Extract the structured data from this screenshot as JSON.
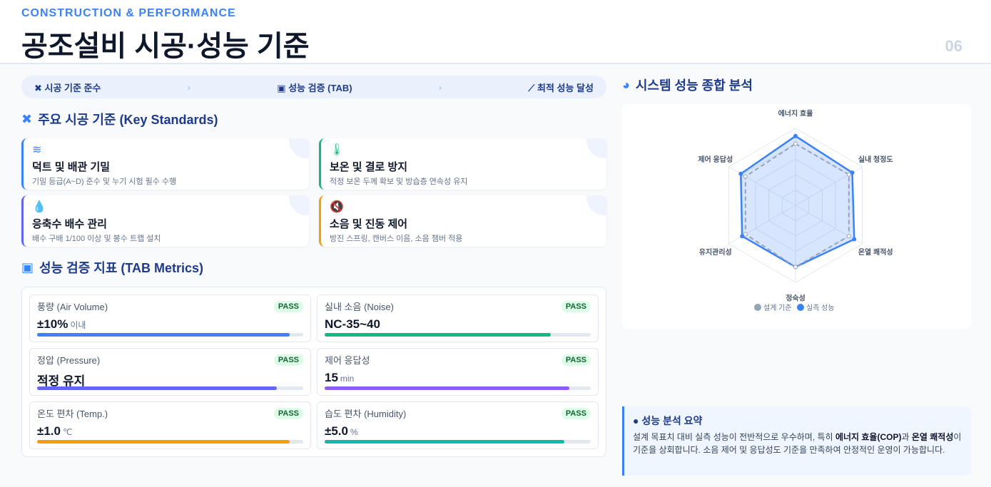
{
  "header": {
    "eyebrow": "CONSTRUCTION & PERFORMANCE",
    "title": "공조설비 시공·성능 기준",
    "page_number": "06"
  },
  "flow": {
    "steps": [
      {
        "label": "시공 기준 준수",
        "icon": "tools-icon"
      },
      {
        "label": "성능 검증 (TAB)",
        "icon": "clipboard-check-icon"
      },
      {
        "label": "최적 성능 달성",
        "icon": "chart-line-icon"
      }
    ]
  },
  "standards": {
    "title": "주요 시공 기준 (Key Standards)",
    "items": [
      {
        "title": "덕트 및 배관 기밀",
        "desc": "기밀 등급(A~D) 준수 및 누기 시험 필수 수행",
        "icon": "wind-icon",
        "color": "#3b82f6"
      },
      {
        "title": "보온 및 결로 방지",
        "desc": "적정 보온 두께 확보 및 방습층 연속성 유지",
        "icon": "temperature-icon",
        "color": "#10b981"
      },
      {
        "title": "응축수 배수 관리",
        "desc": "배수 구배 1/100 이상 및 봉수 트랩 설치",
        "icon": "droplet-icon",
        "color": "#6366f1"
      },
      {
        "title": "소음 및 진동 제어",
        "desc": "방진 스프링, 캔버스 이음, 소음 챔버 적용",
        "icon": "volume-mute-icon",
        "color": "#f59e0b"
      }
    ]
  },
  "metrics": {
    "title": "성능 검증 지표 (TAB Metrics)",
    "badge": "PASS",
    "items": [
      {
        "label": "풍량 (Air Volume)",
        "value": "±10%",
        "unit": "이내",
        "progress": 95,
        "color": "#3b82f6"
      },
      {
        "label": "실내 소음 (Noise)",
        "value": "NC-35~40",
        "unit": "",
        "progress": 85,
        "color": "#10b981"
      },
      {
        "label": "정압 (Pressure)",
        "value": "적정 유지",
        "unit": "",
        "progress": 90,
        "color": "#6366f1"
      },
      {
        "label": "제어 응답성",
        "value": "15",
        "unit": "min",
        "progress": 92,
        "color": "#8b5cf6"
      },
      {
        "label": "온도 편차 (Temp.)",
        "value": "±1.0",
        "unit": "℃",
        "progress": 95,
        "color": "#f59e0b"
      },
      {
        "label": "습도 편차 (Humidity)",
        "value": "±5.0",
        "unit": "%",
        "progress": 90,
        "color": "#14b8a6"
      }
    ]
  },
  "analysis": {
    "title": "시스템 성능 종합 분석"
  },
  "chart_data": {
    "type": "radar",
    "categories": [
      "에너지 효율",
      "실내 청정도",
      "온열 쾌적성",
      "정숙성",
      "유지관리성",
      "제어 응답성"
    ],
    "range": [
      0,
      100
    ],
    "grid_levels": 5,
    "legend_position": "bottom",
    "series": [
      {
        "name": "설계 기준",
        "values": [
          80,
          80,
          80,
          80,
          75,
          75
        ],
        "color": "#94a3b8"
      },
      {
        "name": "실측 성능",
        "values": [
          90,
          85,
          88,
          80,
          80,
          82
        ],
        "color": "#3b82f6"
      }
    ]
  },
  "summary": {
    "title": "성능 분석 요약",
    "text1": "설계 목표치 대비 실측 성능이 전반적으로 우수하며, 특히 ",
    "bold1": "에너지 효율(COP)",
    "text2": "과 ",
    "bold2": "온열 쾌적성",
    "text3": "이 기준을 상회합니다. 소음 제어 및 응답성도 기준을 만족하여 안정적인 운영이 가능합니다."
  }
}
